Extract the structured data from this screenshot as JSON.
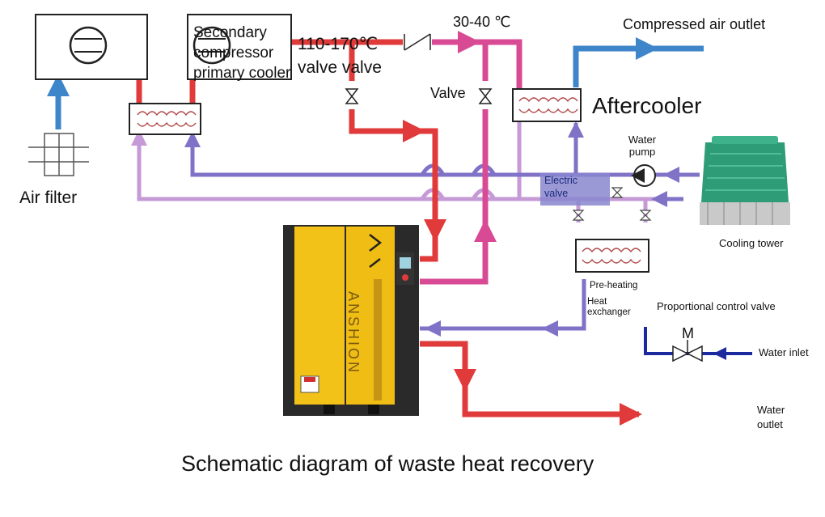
{
  "labels": {
    "air_filter": "Air filter",
    "secondary_box": "Secondary compressor primary cooler",
    "temp_hot": "110-170℃ valve valve",
    "temp_warm": "30-40 ℃",
    "valve": "Valve",
    "compressed_air_outlet": "Compressed air outlet",
    "aftercooler": "Aftercooler",
    "water_pump": "Water pump",
    "electric_valve": "Electric valve",
    "cooling_tower": "Cooling tower",
    "preheating": "Pre-heating",
    "heat_exchanger": "Heat exchanger",
    "proportional_valve": "Proportional control valve",
    "motor": "M",
    "water_inlet": "Water inlet",
    "water_outlet": "Water outlet",
    "brand": "ANSHION",
    "title": "Schematic diagram of waste heat recovery"
  },
  "colors": {
    "hot_oil": "#e03a3a",
    "warm_oil": "#d84b94",
    "compressed_air": "#3e86c9",
    "cooling_return": "#7f72c7",
    "cooling_supply": "#c59ad6",
    "inlet_water": "#1c2aa0",
    "compressor_body": "#f2c218",
    "tower": "#2f9c78"
  }
}
